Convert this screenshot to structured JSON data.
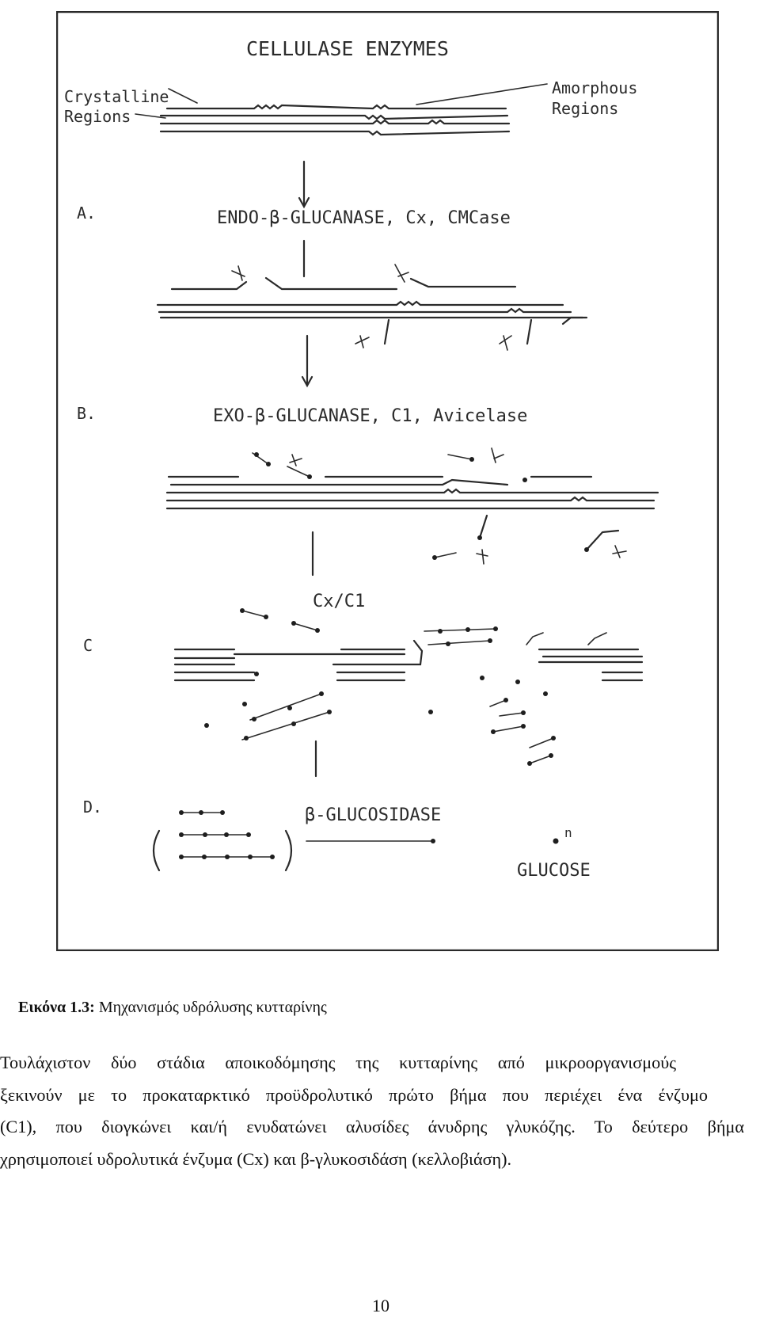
{
  "figure": {
    "title": "CELLULASE ENZYMES",
    "labels": {
      "crystalline_line1": "Crystalline",
      "crystalline_line2": "Regions",
      "amorphous_line1": "Amorphous",
      "amorphous_line2": "Regions"
    },
    "steps": [
      {
        "letter": "A.",
        "enzyme": "ENDO-β-GLUCANASE, Cx, CMCase"
      },
      {
        "letter": "B.",
        "enzyme": "EXO-β-GLUCANASE, C1, Avicelase"
      },
      {
        "letter": "C",
        "enzyme": "Cx/C1"
      },
      {
        "letter": "D.",
        "enzyme": "β-GLUCOSIDASE"
      }
    ],
    "product_label": "GLUCOSE",
    "product_symbol": "n"
  },
  "caption": {
    "label": "Εικόνα 1.3:",
    "text": " Μηχανισμός υδρόλυσης κυτταρίνης"
  },
  "paragraph": {
    "lines": [
      "Τουλάχιστον δύο στάδια αποικοδόμησης της κυτταρίνης από μικροοργανισμούς",
      "ξεκινούν με το προκαταρκτικό προϋδρολυτικό πρώτο βήμα που περιέχει ένα ένζυμο",
      "(C1), που διογκώνει και/ή ενυδατώνει αλυσίδες άνυδρης γλυκόζης. Το δεύτερο βήμα",
      "χρησιμοποιεί υδρολυτικά ένζυμα (Cx) και β-γλυκοσιδάση (κελλοβιάση)."
    ]
  },
  "page_number": "10"
}
